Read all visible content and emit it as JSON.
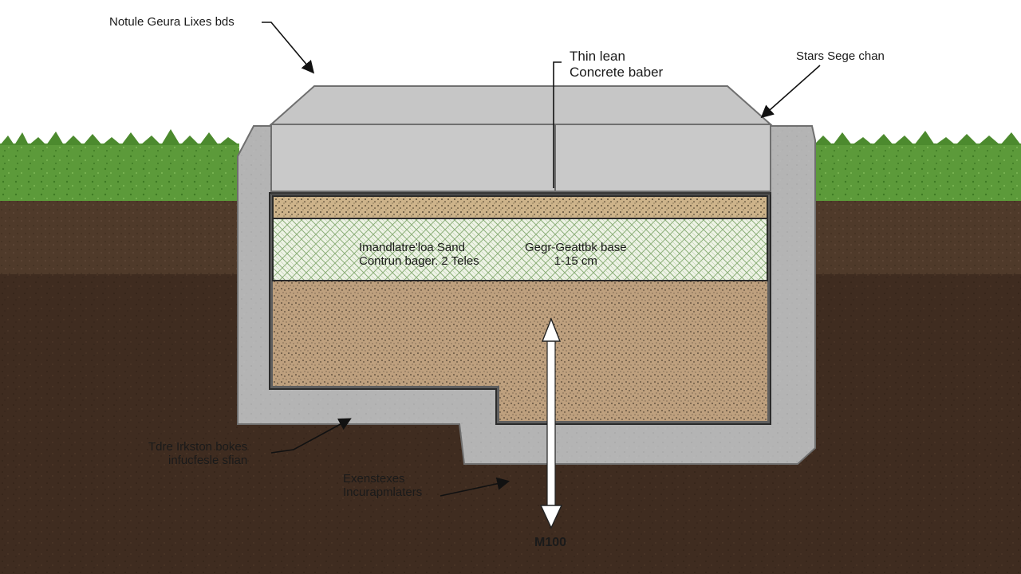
{
  "callouts": {
    "top_left": "Notule Geura Lixes bds",
    "top_center_line1": "Thin lean",
    "top_center_line2": "Concrete baber",
    "top_right": "Stars Sege chan",
    "layer_left_line1": "Imandlatre'loa Sand",
    "layer_left_line2": "Contrun bager. 2 Teles",
    "layer_right_line1": "Gegr-Geattbk base",
    "layer_right_line2": "1-15 cm",
    "bottom_left_line1": "Tdre Irkston bokes",
    "bottom_left_line2": "infucfesle sfian",
    "bottom_center_line1": "Exenstexes",
    "bottom_center_line2": "Incurapmlaters",
    "depth_label": "M100"
  },
  "colors": {
    "sky": "#ffffff",
    "grass": "#5c9a3a",
    "topsoil": "#4f3a2a",
    "subsoil": "#3f2c20",
    "concrete": "#b4b4b4",
    "slab": "#c6c6c6",
    "gravel": "#cdb38a",
    "geotextile": "#eef3e6",
    "base_fill": "#bea07e"
  }
}
